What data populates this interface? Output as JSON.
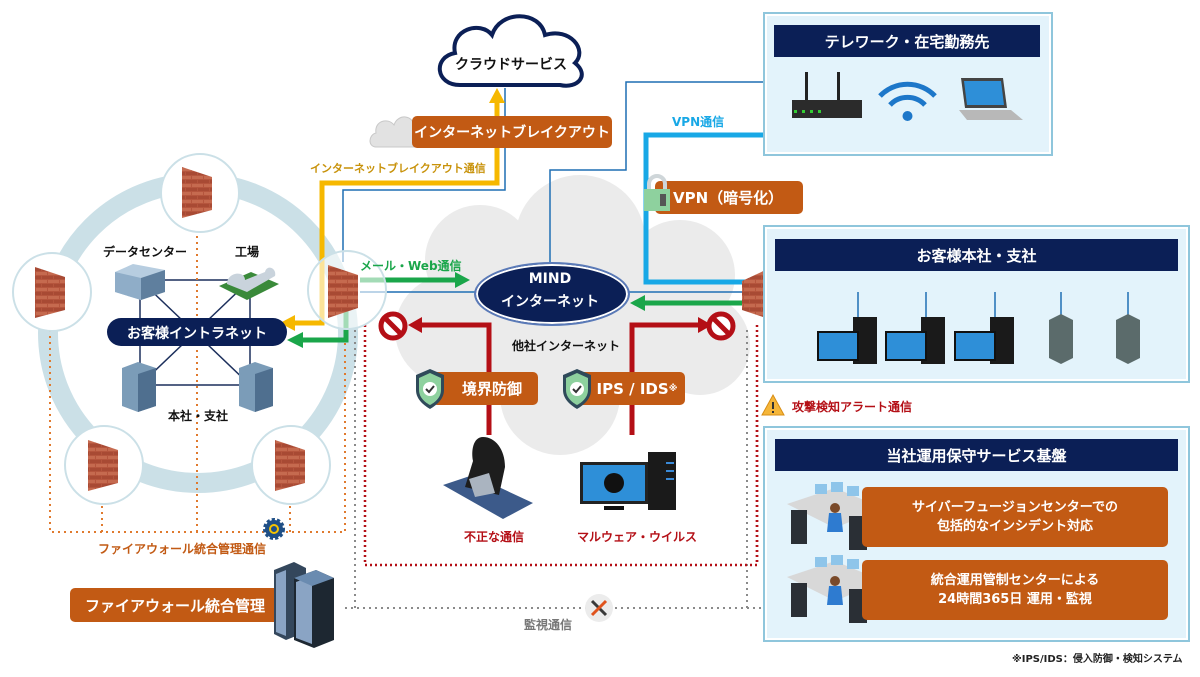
{
  "cloud_service": {
    "label": "クラウドサービス"
  },
  "internet_breakout": {
    "label": "インターネットブレイクアウト",
    "flow_label": "インターネットブレイクアウト通信"
  },
  "telework": {
    "title": "テレワーク・在宅勤務先",
    "icons": [
      "router-icon",
      "wifi-icon",
      "laptop-icon"
    ]
  },
  "vpn": {
    "flow_label": "VPN通信",
    "label": "VPN（暗号化）"
  },
  "intranet": {
    "label": "お客様イントラネット",
    "sites": {
      "datacenter": "データセンター",
      "factory": "工場",
      "hq": "本社・支社"
    }
  },
  "mail_web": {
    "flow_label": "メール・Web通信"
  },
  "mind": {
    "line1": "MIND",
    "line2": "インターネット"
  },
  "other_internet": {
    "label": "他社インターネット"
  },
  "defense": {
    "boundary": "境界防御",
    "ips_ids": "IPS / IDS",
    "ips_mark": "※"
  },
  "threats": {
    "unauthorized": "不正な通信",
    "malware": "マルウェア・ウイルス"
  },
  "customer_office": {
    "title": "お客様本社・支社",
    "devices": [
      "pc",
      "pc",
      "pc",
      "server",
      "server"
    ]
  },
  "alert": {
    "label": "攻撃検知アラート通信"
  },
  "ops_platform": {
    "title": "当社運用保守サービス基盤",
    "items": [
      {
        "line1": "サイバーフュージョンセンターでの",
        "line2": "包括的なインシデント対応"
      },
      {
        "line1": "統合運用管制センターによる",
        "line2": "24時間365日 運用・監視"
      }
    ]
  },
  "fw_mgmt": {
    "label": "ファイアウォール統合管理",
    "flow_label": "ファイアウォール統合管理通信"
  },
  "monitoring": {
    "flow_label": "監視通信"
  },
  "footnote": "※IPS/IDS：侵入防御・検知システム",
  "colors": {
    "navy": "#0b1f56",
    "orange": "#c25a14",
    "yellow": "#f6b800",
    "green": "#1aa64a",
    "cyan": "#18a8e6",
    "red": "#b40f16",
    "ring": "#cbe0e7"
  }
}
